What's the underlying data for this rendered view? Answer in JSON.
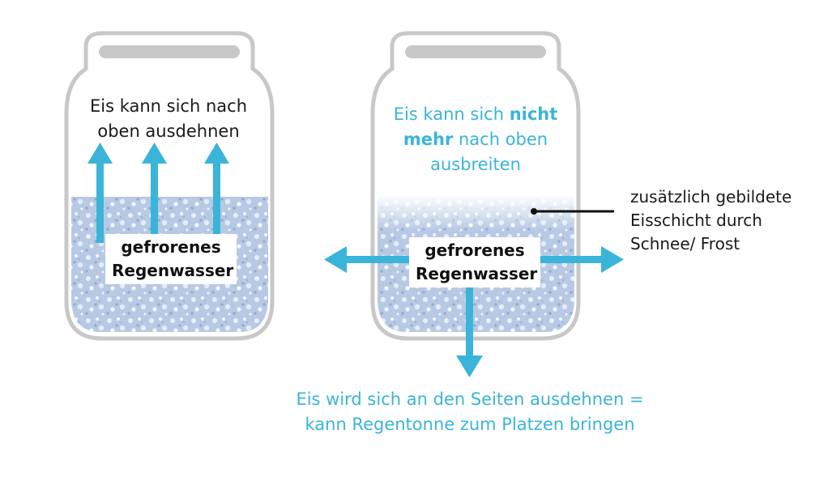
{
  "colors": {
    "arrow": "#3bb4d9",
    "jar_outline": "#c8c8c8",
    "lid": "#c8c8c8",
    "ice": "#b9cbe6",
    "text_dark": "#1a1a1a",
    "text_blue": "#3bb4d9"
  },
  "left_jar": {
    "caption_line1": "Eis kann sich nach",
    "caption_line2": "oben ausdehnen",
    "label_line1": "gefrorenes",
    "label_line2": "Regenwasser"
  },
  "right_jar": {
    "caption_pre": "Eis kann sich ",
    "caption_bold1": "nicht",
    "caption_bold2": "mehr",
    "caption_post": " nach oben",
    "caption_line3": "ausbreiten",
    "label_line1": "gefrorenes",
    "label_line2": "Regenwasser"
  },
  "side_note": {
    "line1": "zusätzlich gebildete",
    "line2": "Eisschicht durch",
    "line3": "Schnee/ Frost"
  },
  "bottom_text": {
    "line1": "Eis wird sich an den Seiten ausdehnen =",
    "line2": "kann Regentonne zum Platzen bringen"
  }
}
